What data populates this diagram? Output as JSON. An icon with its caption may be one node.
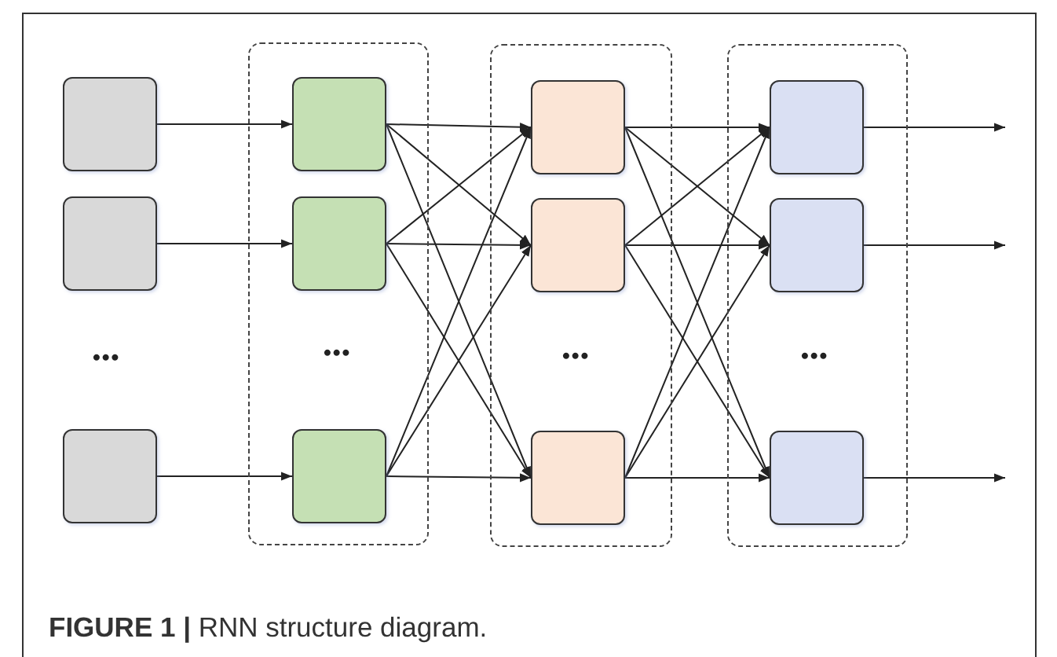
{
  "diagram": {
    "caption": "**FIGURE 1 |** RNN structure diagram.",
    "nodes": [
      {
        "text": [],
        "shape": "box"
      },
      {
        "text": [],
        "shape": "box"
      },
      {
        "text": [],
        "shape": "box"
      },
      {
        "text": [],
        "shape": "box"
      },
      {
        "text": [],
        "shape": "box",
        "in": 3
      },
      {
        "text": [],
        "shape": "box",
        "in": 3
      },
      {
        "text": [],
        "shape": "box",
        "in": 3
      },
      {
        "text": [],
        "shape": "box"
      },
      {
        "text": [],
        "shape": "box",
        "in": 7
      },
      {
        "text": [],
        "shape": "box",
        "in": 7
      },
      {
        "text": [],
        "shape": "box",
        "in": 7
      },
      {
        "text": [],
        "shape": "box"
      },
      {
        "text": [],
        "shape": "box",
        "in": 11
      },
      {
        "text": [],
        "shape": "box",
        "in": 11
      },
      {
        "text": [],
        "shape": "box",
        "in": 11
      }
    ],
    "edges": [
      {
        "from": 0,
        "to": 4,
        "arrow": "to"
      },
      {
        "from": 1,
        "to": 5,
        "arrow": "to"
      },
      {
        "from": 2,
        "to": 6,
        "arrow": "to"
      },
      {
        "from": 4,
        "to": 8,
        "arrow": "to"
      },
      {
        "from": 4,
        "to": 9,
        "arrow": "to"
      },
      {
        "from": 4,
        "to": 10,
        "arrow": "to"
      },
      {
        "from": 5,
        "to": 8,
        "arrow": "to"
      },
      {
        "from": 5,
        "to": 9,
        "arrow": "to"
      },
      {
        "from": 5,
        "to": 10,
        "arrow": "to"
      },
      {
        "from": 6,
        "to": 8,
        "arrow": "to"
      },
      {
        "from": 6,
        "to": 9,
        "arrow": "to"
      },
      {
        "from": 6,
        "to": 10,
        "arrow": "to"
      },
      {
        "from": 8,
        "to": 12,
        "arrow": "to"
      },
      {
        "from": 8,
        "to": 13,
        "arrow": "to"
      },
      {
        "from": 8,
        "to": 14,
        "arrow": "to"
      },
      {
        "from": 9,
        "to": 12,
        "arrow": "to"
      },
      {
        "from": 9,
        "to": 13,
        "arrow": "to"
      },
      {
        "from": 9,
        "to": 14,
        "arrow": "to"
      },
      {
        "from": 10,
        "to": 12,
        "arrow": "to"
      },
      {
        "from": 10,
        "to": 13,
        "arrow": "to"
      },
      {
        "from": 10,
        "to": 14,
        "arrow": "to"
      },
      {
        "from": 12,
        "to": null,
        "arrow": "to"
      },
      {
        "from": 13,
        "to": null,
        "arrow": "to"
      },
      {
        "from": 14,
        "to": null,
        "arrow": "to"
      }
    ],
    "labels": [
      "•••",
      "•••",
      "•••",
      "•••"
    ]
  }
}
